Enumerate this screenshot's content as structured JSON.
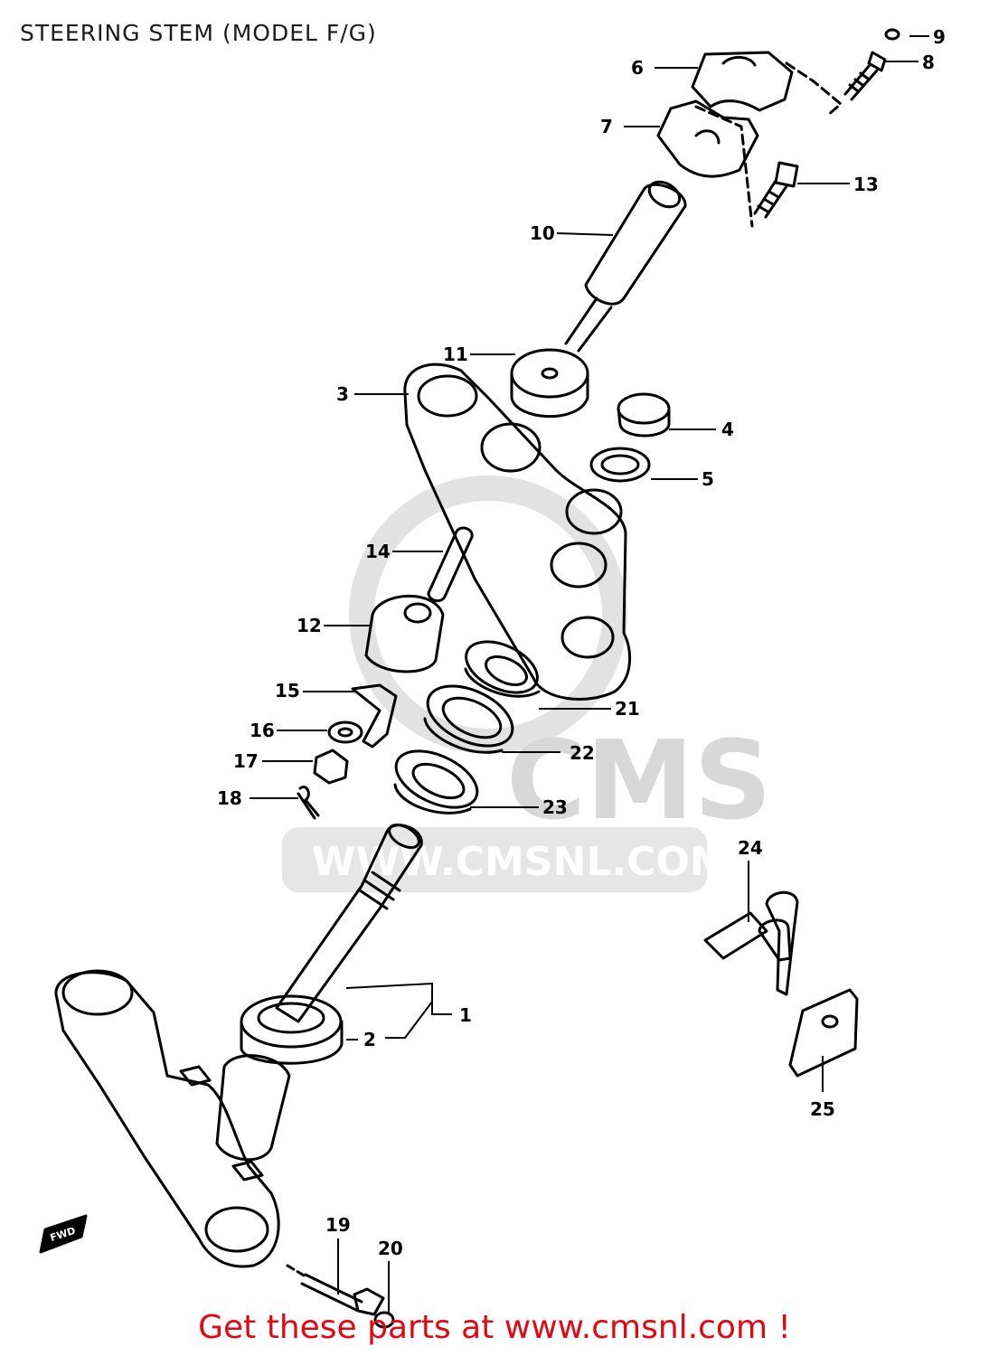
{
  "title": "STEERING STEM (MODEL F/G)",
  "watermark": {
    "logo_text": "CMS",
    "url_text": "WWW.CMSNL.COM"
  },
  "promo_text": "Get these parts at www.cmsnl.com !",
  "direction_badge": "FWD",
  "callouts": {
    "p1": "1",
    "p2": "2",
    "p3": "3",
    "p4": "4",
    "p5": "5",
    "p6": "6",
    "p7": "7",
    "p8": "8",
    "p9": "9",
    "p10": "10",
    "p11": "11",
    "p12": "12",
    "p13": "13",
    "p14": "14",
    "p15": "15",
    "p16": "16",
    "p17": "17",
    "p18": "18",
    "p19": "19",
    "p20": "20",
    "p21": "21",
    "p22": "22",
    "p23": "23",
    "p24": "24",
    "p25": "25"
  },
  "colors": {
    "line": "#000000",
    "promo": "#e30613",
    "watermark": "#d8d8d8"
  }
}
